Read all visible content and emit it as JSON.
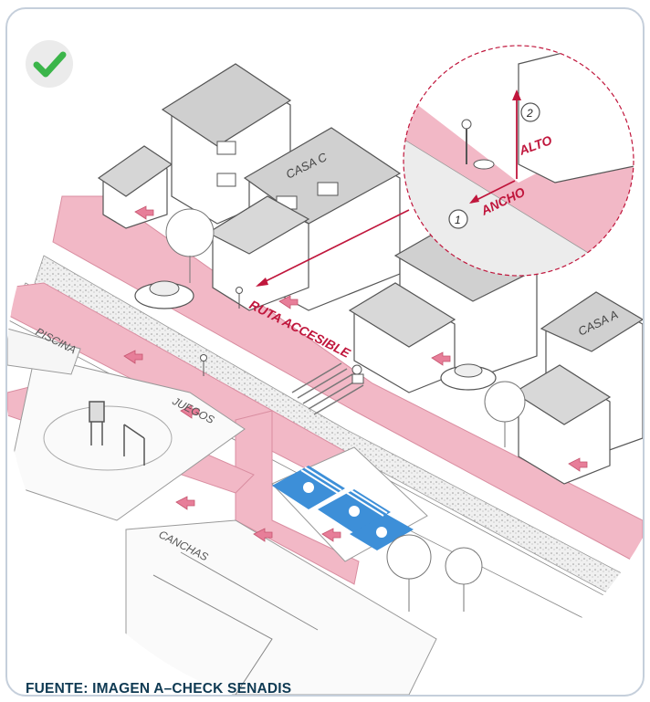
{
  "caption": "FUENTE: IMAGEN A–CHECK SENADIS",
  "badge": {
    "icon": "check-icon",
    "color": "#3bb54a"
  },
  "colors": {
    "route": "#f2b8c6",
    "route_dark": "#e9899f",
    "accent": "#c0163c",
    "parking": "#3d8fd8",
    "line": "#555555"
  },
  "labels": {
    "casa_c": "CASA C",
    "casa_a": "CASA A",
    "ruta": "RUTA ACCESIBLE",
    "piscina": "PISCINA",
    "juegos": "JUEGOS",
    "canchas": "CANCHAS",
    "ancho": "ANCHO",
    "alto": "ALTO",
    "marker_1": "1",
    "marker_2": "2"
  }
}
